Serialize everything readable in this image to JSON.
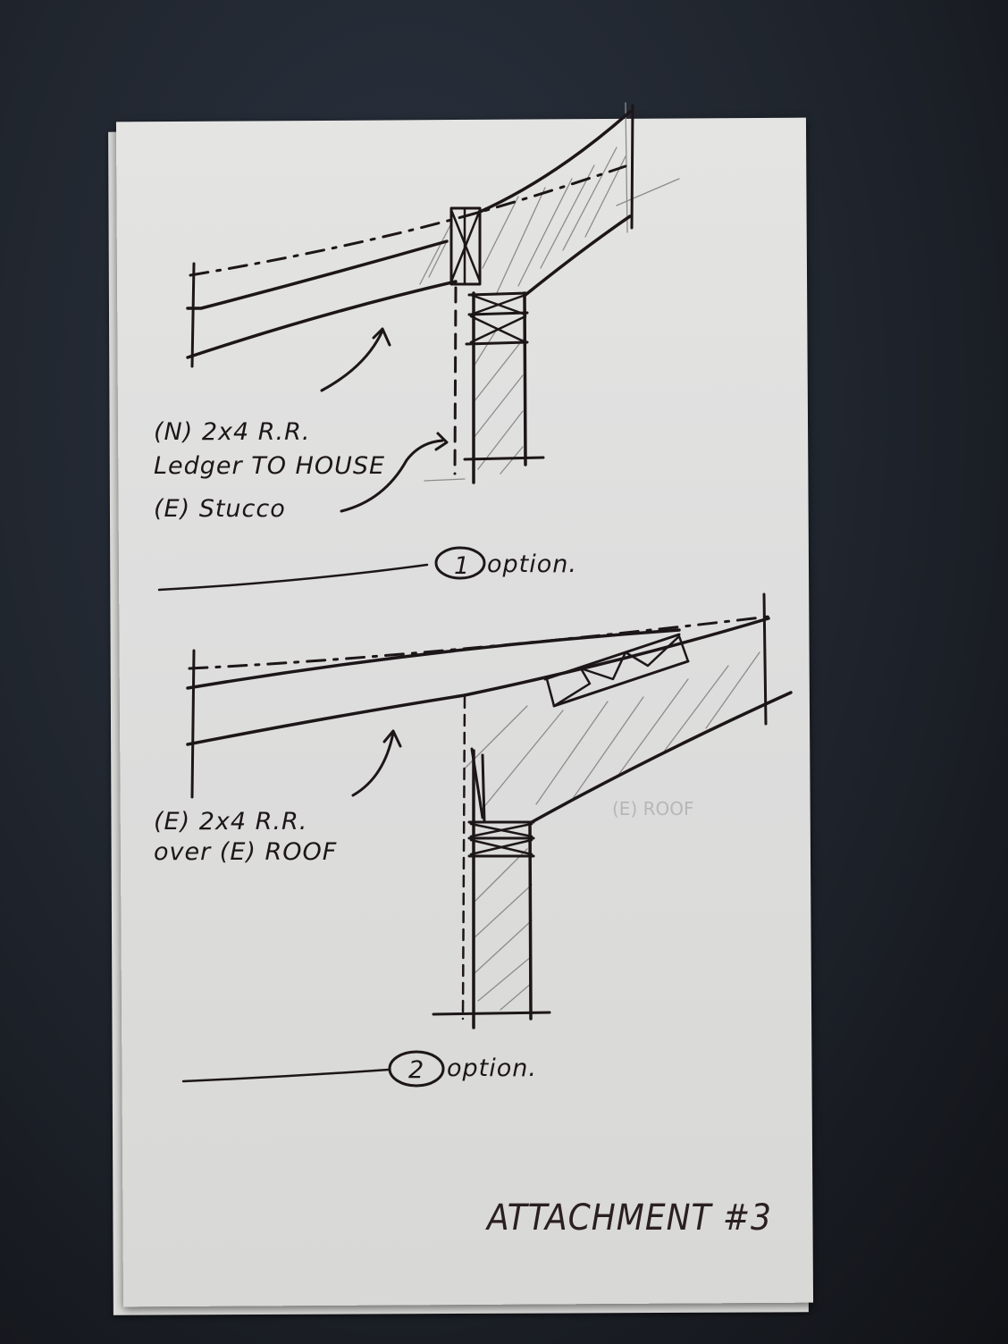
{
  "document": {
    "type": "hand-drawn architectural section sketch",
    "title": "ATTACHMENT #3",
    "ink_color": "#1d1618",
    "pencil_color": "#8e8c8c",
    "paper_color": "#e0e0de",
    "background_color": "#1f242c"
  },
  "option1": {
    "number": "1",
    "label": "option.",
    "callouts": [
      {
        "line1": "(N) 2x4 R.R.",
        "line2": "Ledger TO HOUSE"
      },
      {
        "line1": "(E) Stucco"
      }
    ]
  },
  "option2": {
    "number": "2",
    "label": "option.",
    "callouts": [
      {
        "line1": "(E) 2x4 R.R.",
        "line2": "over (E) ROOF"
      }
    ],
    "faint_label": "(E) ROOF"
  }
}
